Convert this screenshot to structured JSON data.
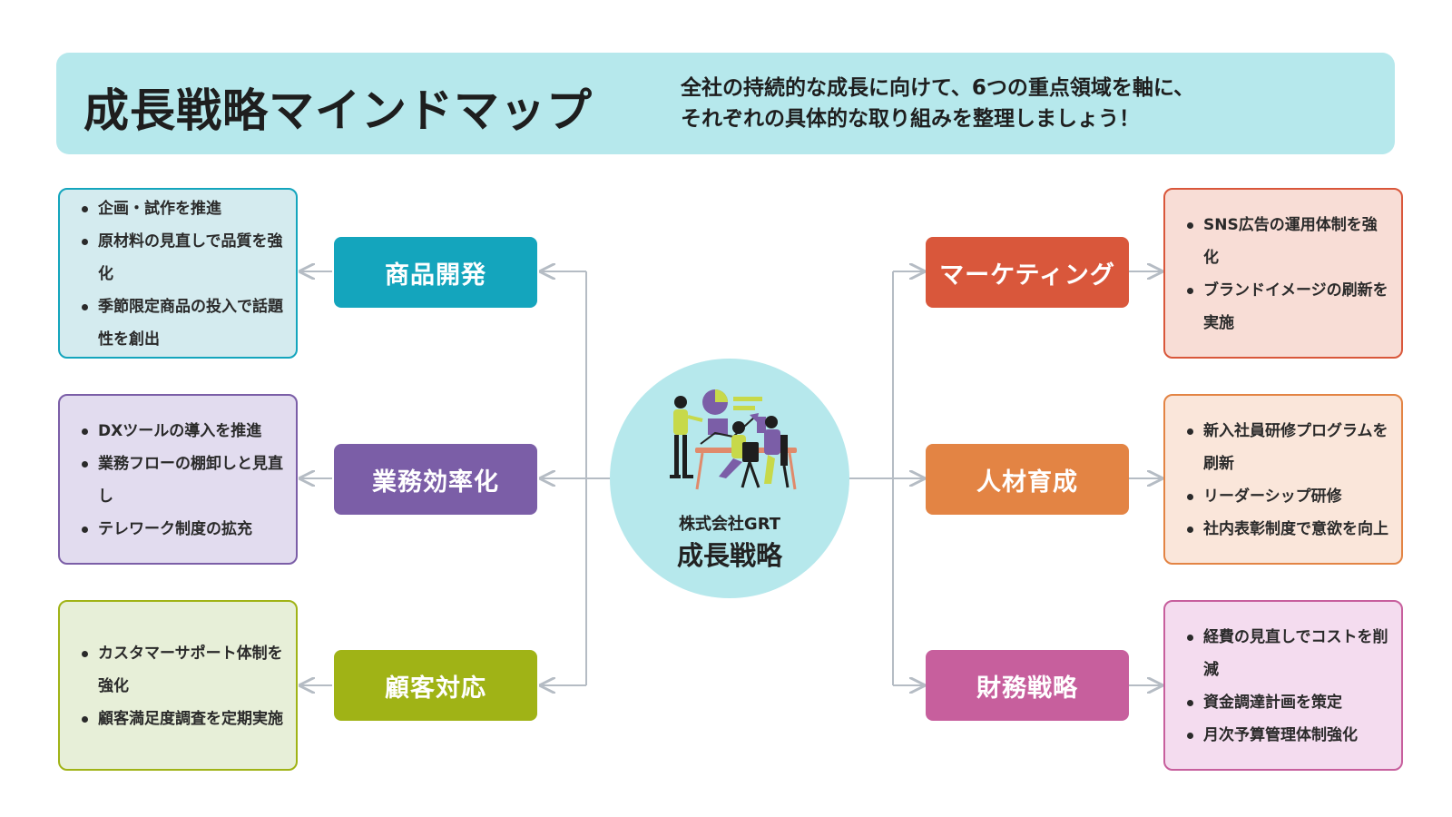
{
  "header": {
    "title": "成長戦略マインドマップ",
    "subtitle_line1": "全社の持続的な成長に向けて、6つの重点領域を軸に、",
    "subtitle_line2": "それぞれの具体的な取り組みを整理しましょう！"
  },
  "center": {
    "company": "株式会社GRT",
    "title": "成長戦略"
  },
  "categories": [
    {
      "label": "商品開発",
      "color": "#14a5bd",
      "bg": "#d4ebef",
      "items": [
        "企画・試作を推進",
        "原材料の見直しで品質を強化",
        "季節限定商品の投入で話題性を創出"
      ]
    },
    {
      "label": "業務効率化",
      "color": "#7b5ea7",
      "bg": "#e2dcef",
      "items": [
        "DXツールの導入を推進",
        "業務フローの棚卸しと見直し",
        "テレワーク制度の拡充"
      ]
    },
    {
      "label": "顧客対応",
      "color": "#a0b316",
      "bg": "#e7efd8",
      "items": [
        "カスタマーサポート体制を強化",
        "顧客満足度調査を定期実施"
      ]
    },
    {
      "label": "マーケティング",
      "color": "#d9573b",
      "bg": "#f8ddd6",
      "items": [
        "SNS広告の運用体制を強化",
        "ブランドイメージの刷新を実施"
      ]
    },
    {
      "label": "人材育成",
      "color": "#e38444",
      "bg": "#fae6da",
      "items": [
        "新入社員研修プログラムを刷新",
        "リーダーシップ研修",
        "社内表彰制度で意欲を向上"
      ]
    },
    {
      "label": "財務戦略",
      "color": "#c75f9d",
      "bg": "#f4dcef",
      "items": [
        "経費の見直しでコストを削減",
        "資金調達計画を策定",
        "月次予算管理体制強化"
      ]
    }
  ]
}
